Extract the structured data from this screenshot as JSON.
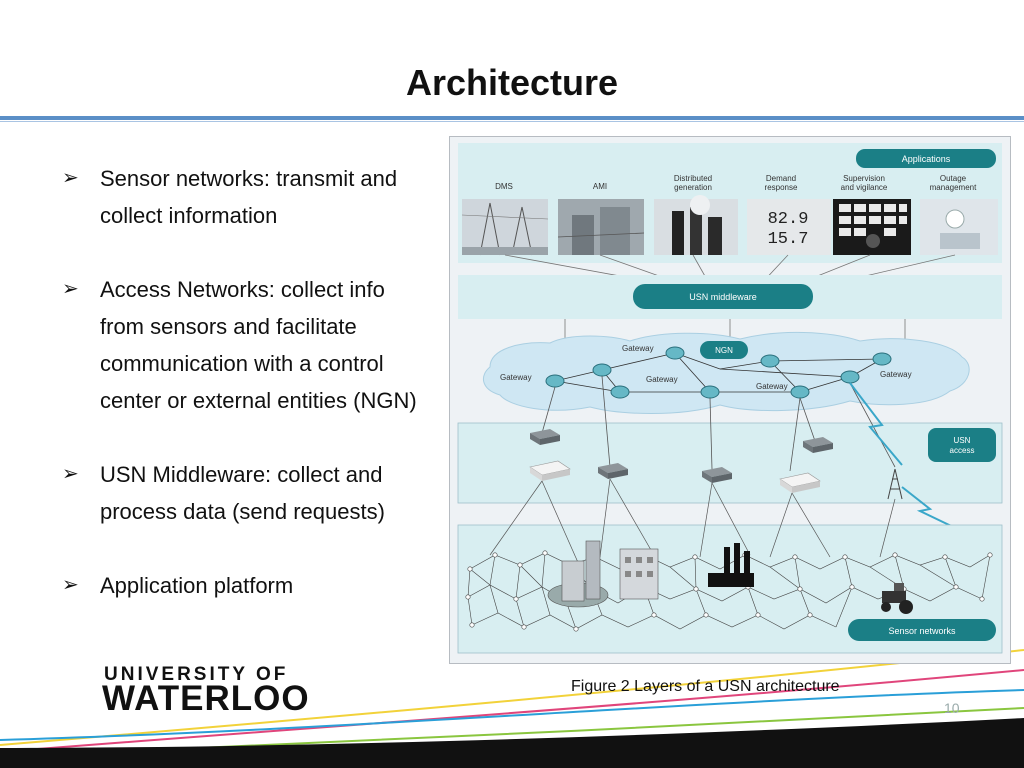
{
  "slide": {
    "title": "Architecture",
    "page_number": "10",
    "caption": "Figure 2 Layers of a USN architecture",
    "logo_line1": "UNIVERSITY OF",
    "logo_line2": "WATERLOO"
  },
  "bullets": [
    {
      "lines": [
        "Sensor networks: transmit and",
        "collect information"
      ]
    },
    {
      "lines": [
        "Access Networks: collect info",
        "from sensors and facilitate",
        "communication with a control",
        "center or external entities (NGN)"
      ]
    },
    {
      "lines": [
        "USN Middleware: collect and",
        "process data (send requests)"
      ]
    },
    {
      "lines": [
        "Application platform"
      ]
    }
  ],
  "diagram": {
    "applications_label": "Applications",
    "apps": [
      {
        "line1": "DMS",
        "line2": ""
      },
      {
        "line1": "AMI",
        "line2": ""
      },
      {
        "line1": "Distributed",
        "line2": "generation"
      },
      {
        "line1": "Demand",
        "line2": "response"
      },
      {
        "line1": "Supervision",
        "line2": "and vigilance"
      },
      {
        "line1": "Outage",
        "line2": "management"
      }
    ],
    "middleware_label": "USN middleware",
    "ngn_label": "NGN",
    "gateway_labels": [
      "Gateway",
      "Gateway",
      "Gateway",
      "Gateway",
      "Gateway"
    ],
    "access_label_line1": "USN",
    "access_label_line2": "access",
    "sensor_label": "Sensor networks",
    "meter_readings": [
      "82.9",
      "15.7"
    ],
    "colors": {
      "teal": "#1b7f86",
      "panel": "#d8eef1",
      "cloud": "#cfe7f3",
      "node": "#66b8c6"
    }
  }
}
